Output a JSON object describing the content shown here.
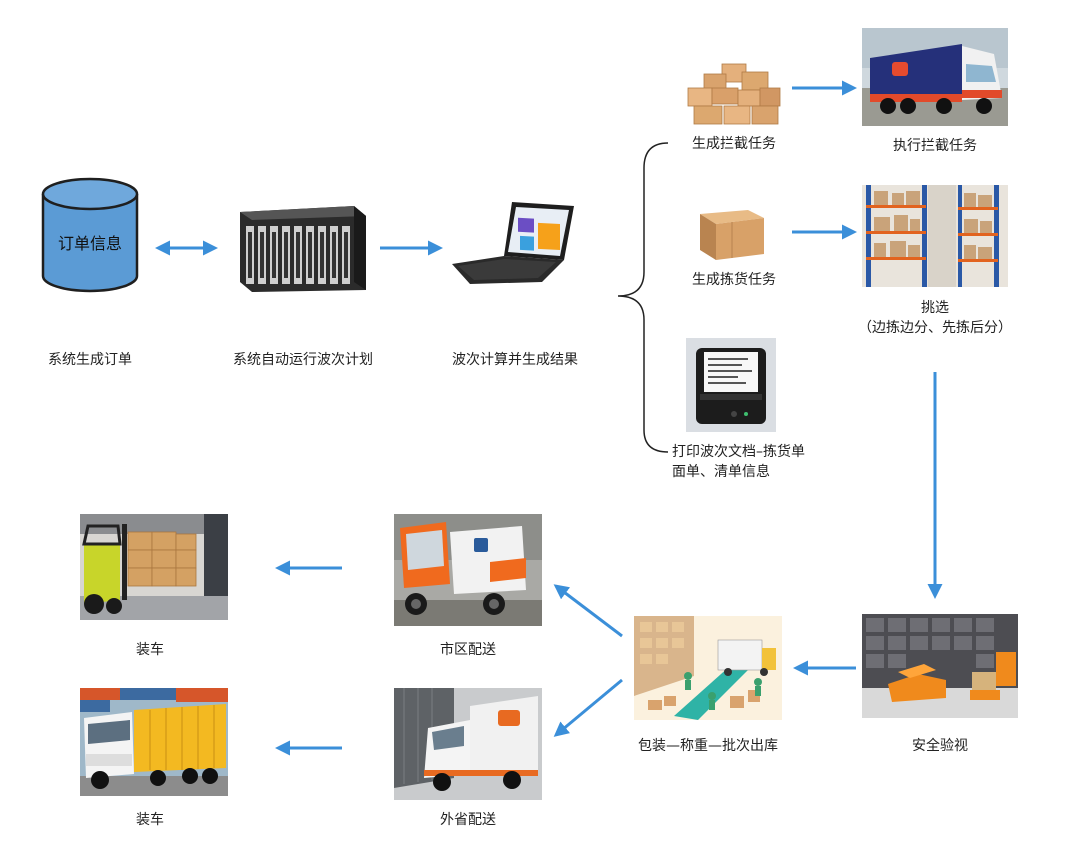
{
  "diagram": {
    "accent_color": "#3b8fd9",
    "cylinder_color": "#5b9bd5",
    "database_label": "订单信息",
    "nodes": {
      "order": "系统生成订单",
      "wave_plan": "系统自动运行波次计划",
      "wave_result": "波次计算并生成结果",
      "intercept_task": "生成拦截任务",
      "exec_intercept": "执行拦截任务",
      "pick_task": "生成拣货任务",
      "pick_title": "挑选",
      "pick_detail": "（边拣边分、先拣后分）",
      "print_docs_line1": "打印波次文档–拣货单",
      "print_docs_line2": "面单、清单信息",
      "security_check": "安全验视",
      "pack_weigh": "包装—称重—批次出库",
      "city_delivery": "市区配送",
      "province_delivery": "外省配送",
      "load_truck_1": "装车",
      "load_truck_2": "装车"
    },
    "icons": {
      "database": "database-cylinder-icon",
      "server": "blade-server-icon",
      "laptop": "laptop-icon",
      "boxes": "cardboard-boxes-icon",
      "single_box": "cardboard-box-icon",
      "printer": "receipt-printer-icon",
      "truck": "truck-icon",
      "shelves": "warehouse-shelves-icon",
      "agv": "warehouse-robot-icon",
      "packing": "packing-line-icon",
      "tricycle": "electric-tricycle-icon",
      "van": "delivery-van-icon",
      "forklift": "forklift-icon",
      "container_truck": "container-truck-icon"
    }
  }
}
